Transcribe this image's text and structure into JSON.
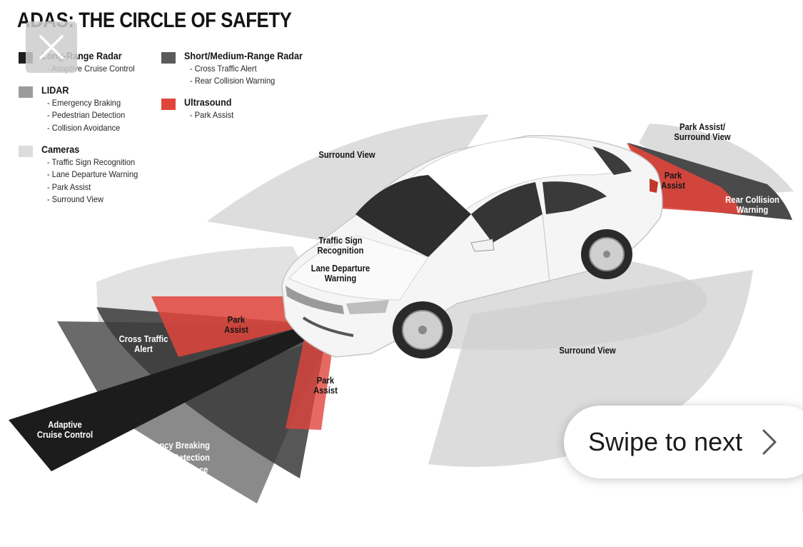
{
  "title": "ADAS: THE CIRCLE OF SAFETY",
  "colors": {
    "long_range_radar": "#1e1e1e",
    "short_medium_range_radar": "#5a5a5a",
    "lidar": "#9c9c9c",
    "cameras": "#dcdcdc",
    "ultrasound": "#e0453c"
  },
  "legend": {
    "long_range_radar": {
      "label": "Long-Range Radar",
      "items": [
        "- Adaptive Cruise Control"
      ]
    },
    "short_medium_range_radar": {
      "label": "Short/Medium-Range Radar",
      "items": [
        "- Cross Traffic Alert",
        "- Rear Collision Warning"
      ]
    },
    "lidar": {
      "label": "LIDAR",
      "items": [
        "- Emergency Braking",
        "- Pedestrian Detection",
        "- Collision Avoidance"
      ]
    },
    "ultrasound": {
      "label": "Ultrasound",
      "items": [
        "- Park Assist"
      ]
    },
    "cameras": {
      "label": "Cameras",
      "items": [
        "- Traffic Sign Recognition",
        "- Lane Departure Warning",
        "- Park Assist",
        "- Surround View"
      ]
    }
  },
  "diagram_labels": {
    "surround_view_top": "Surround View",
    "surround_view_right": "Surround View",
    "traffic_sign": [
      "Traffic Sign",
      "Recognition"
    ],
    "lane_departure": [
      "Lane Departure",
      "Warning"
    ],
    "park_assist_front_left": [
      "Park",
      "Assist"
    ],
    "park_assist_front_center": [
      "Park",
      "Assist"
    ],
    "cross_traffic": [
      "Cross Traffic",
      "Alert"
    ],
    "adaptive_cruise": [
      "Adaptive",
      "Cruise Control"
    ],
    "emergency": [
      "Emergency Breaking",
      "Pedestrian Detection",
      "Collision Avoidance"
    ],
    "rear_park_surround": [
      "Park Assist/",
      "Surround View"
    ],
    "rear_park_assist": [
      "Park",
      "Assist"
    ],
    "rear_collision": [
      "Rear Collision",
      "Warning"
    ]
  },
  "controls": {
    "close_icon": "close-icon",
    "swipe_label": "Swipe to next",
    "swipe_icon": "chevron-right-icon"
  }
}
